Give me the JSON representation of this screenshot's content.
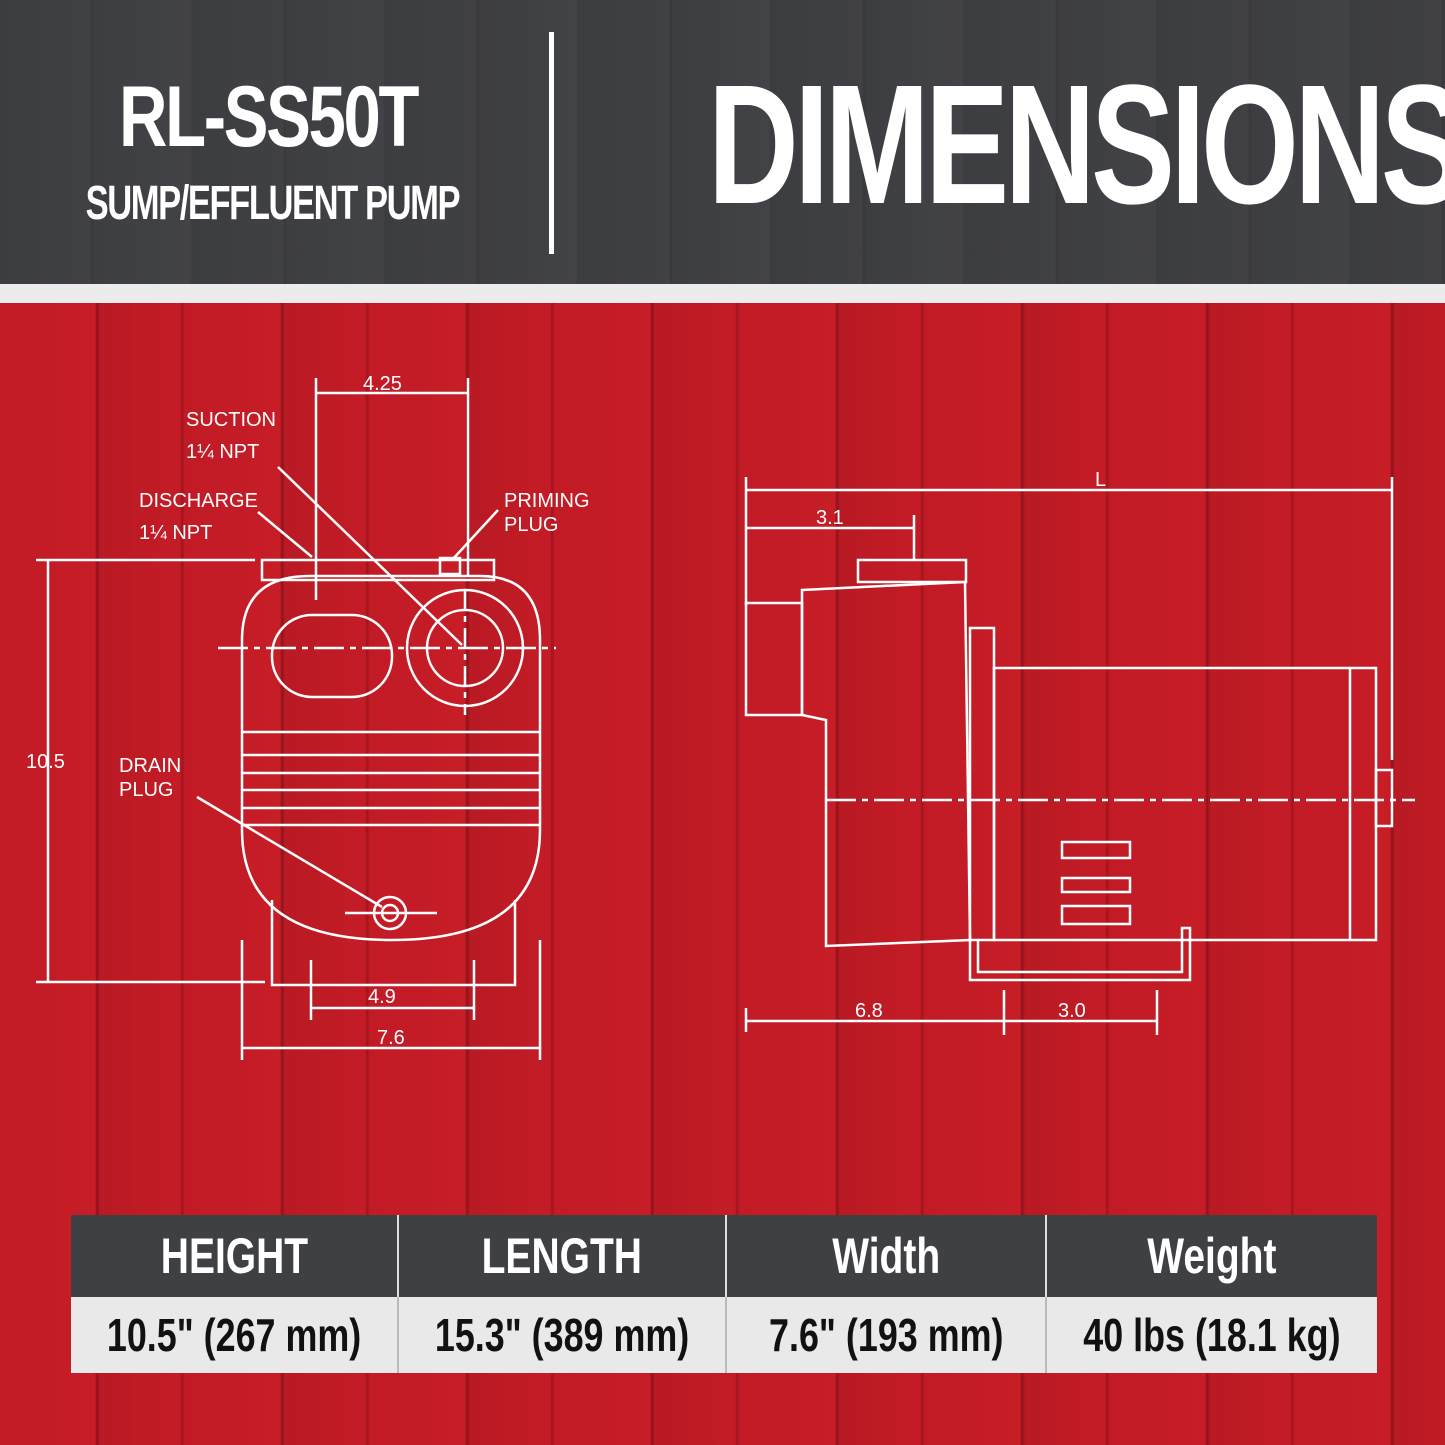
{
  "header": {
    "model": "RL-SS50T",
    "subtitle": "SUMP/EFFLUENT PUMP",
    "title": "DIMENSIONS"
  },
  "front_view": {
    "width_top": "4.25",
    "suction_label": "SUCTION",
    "suction_size": "1¼ NPT",
    "discharge_label": "DISCHARGE",
    "discharge_size": "1¼ NPT",
    "priming_label_1": "PRIMING",
    "priming_label_2": "PLUG",
    "drain_label_1": "DRAIN",
    "drain_label_2": "PLUG",
    "height": "10.5",
    "base_width": "4.9",
    "overall_width": "7.6"
  },
  "side_view": {
    "length": "L",
    "inlet_offset": "3.1",
    "front_to_foot": "6.8",
    "foot_width": "3.0"
  },
  "specs": {
    "headers": [
      "HEIGHT",
      "LENGTH",
      "Width",
      "Weight"
    ],
    "values": [
      "10.5\" (267 mm)",
      "15.3\" (389 mm)",
      "7.6\" (193 mm)",
      "40 lbs (18.1 kg)"
    ]
  },
  "colors": {
    "header": "#3f4043",
    "background": "#c01a24",
    "line": "#ffffff"
  }
}
